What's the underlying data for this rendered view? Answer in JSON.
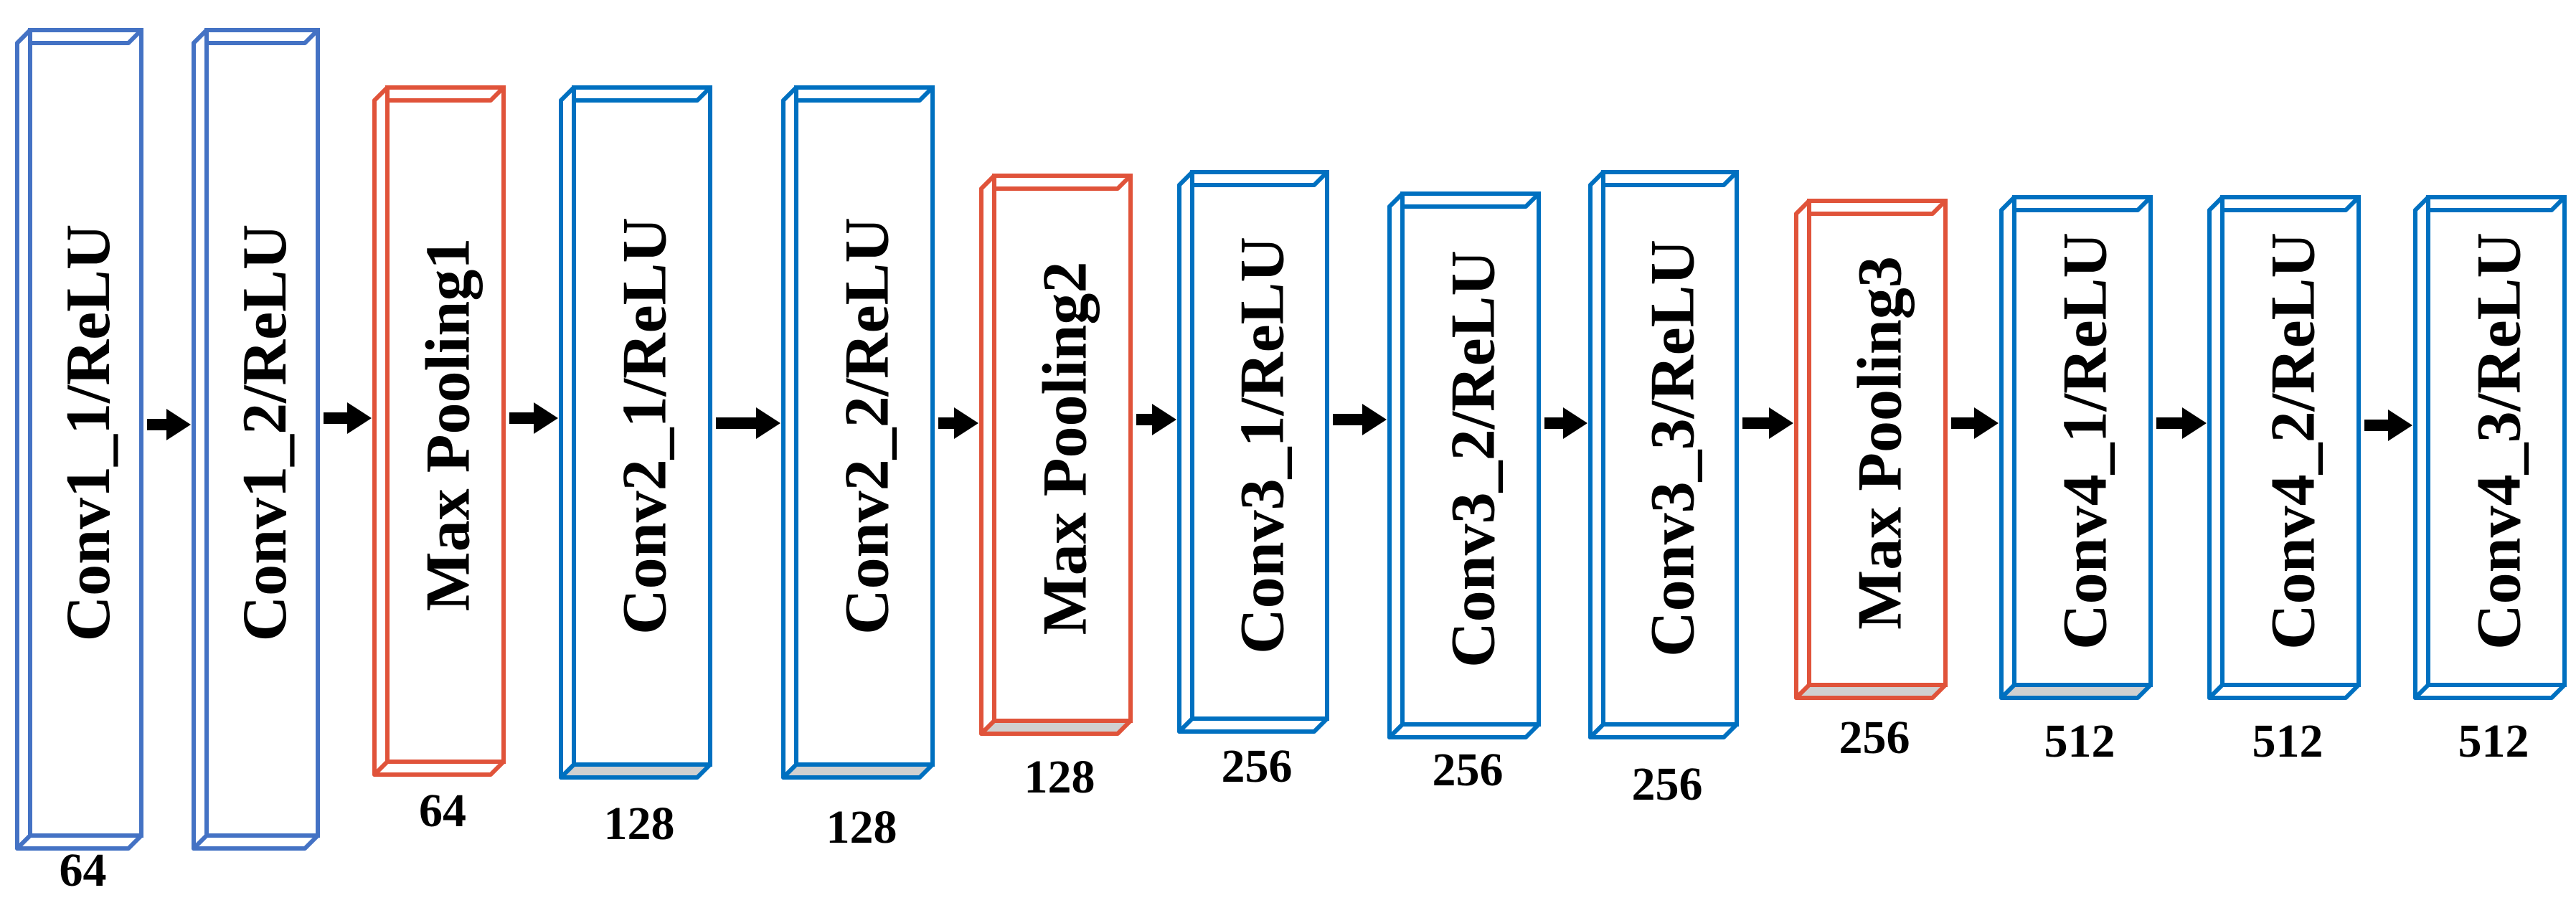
{
  "colors": {
    "conv_first_block": "#4472C4",
    "conv": "#0070C0",
    "pool": "#E0533A",
    "bottom_face_fill": "#D0D0D0",
    "arrow": "#000000"
  },
  "layers": [
    {
      "label": "Conv1_1/ReLU",
      "size": "64",
      "kind": "conv",
      "color_key": "conv_first_block",
      "bottom_shaded": false
    },
    {
      "label": "Conv1_2/ReLU",
      "size": "",
      "kind": "conv",
      "color_key": "conv_first_block",
      "bottom_shaded": false
    },
    {
      "label": "Max Pooling1",
      "size": "64",
      "kind": "pool",
      "color_key": "pool",
      "bottom_shaded": false
    },
    {
      "label": "Conv2_1/ReLU",
      "size": "128",
      "kind": "conv",
      "color_key": "conv",
      "bottom_shaded": true
    },
    {
      "label": "Conv2_2/ReLU",
      "size": "128",
      "kind": "conv",
      "color_key": "conv",
      "bottom_shaded": true
    },
    {
      "label": "Max Pooling2",
      "size": "128",
      "kind": "pool",
      "color_key": "pool",
      "bottom_shaded": true
    },
    {
      "label": "Conv3_1/ReLU",
      "size": "256",
      "kind": "conv",
      "color_key": "conv",
      "bottom_shaded": false
    },
    {
      "label": "Conv3_2/ReLU",
      "size": "256",
      "kind": "conv",
      "color_key": "conv",
      "bottom_shaded": false
    },
    {
      "label": "Conv3_3/ReLU",
      "size": "256",
      "kind": "conv",
      "color_key": "conv",
      "bottom_shaded": false
    },
    {
      "label": "Max Pooling3",
      "size": "256",
      "kind": "pool",
      "color_key": "pool",
      "bottom_shaded": true
    },
    {
      "label": "Conv4_1/ReLU",
      "size": "512",
      "kind": "conv",
      "color_key": "conv",
      "bottom_shaded": true
    },
    {
      "label": "Conv4_2/ReLU",
      "size": "512",
      "kind": "conv",
      "color_key": "conv",
      "bottom_shaded": false
    },
    {
      "label": "Conv4_3/ReLU",
      "size": "512",
      "kind": "conv",
      "color_key": "conv",
      "bottom_shaded": false
    }
  ]
}
